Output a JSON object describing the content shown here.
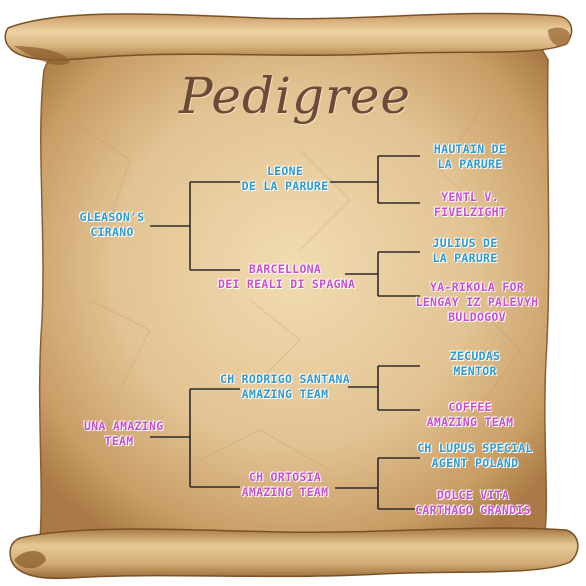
{
  "title": "Pedigree",
  "colors": {
    "male": "#2e9ad0",
    "female": "#c74fcf",
    "lines": "#2f2a2a",
    "parchment": "#e2c393"
  },
  "dog": {
    "line1": "UNA AMAZING",
    "line2": "TEAM"
  },
  "sire_line": {
    "sire": {
      "line1": "GLEASON'S",
      "line2": "CIRANO"
    },
    "grandsire": {
      "line1": "LEONE",
      "line2": "DE LA PARURE"
    },
    "granddam": {
      "line1": "BARCELLONA",
      "line2": "DEI REALI DI SPAGNA"
    },
    "gg1": {
      "line1": "HAUTAIN DE",
      "line2": "LA PARURE"
    },
    "gg2": {
      "line1": "YENTL  V.",
      "line2": "FIVELZIGHT"
    },
    "gg3": {
      "line1": "JULIUS DE",
      "line2": "LA PARURE"
    },
    "gg4": {
      "line1": "YA-RIKOLA FOR",
      "line2": "LENGAY IZ PALEVYH",
      "line3": "BULDOGOV"
    }
  },
  "dam_line": {
    "grandsire": {
      "line1": "CH RODRIGO SANTANA",
      "line2": "AMAZING TEAM"
    },
    "granddam": {
      "line1": "CH ORTOSIA",
      "line2": "AMAZING TEAM"
    },
    "gg1": {
      "line1": "ZECUDAS",
      "line2": "MENTOR"
    },
    "gg2": {
      "line1": "COFFEE",
      "line2": "AMAZING TEAM"
    },
    "gg3": {
      "line1": "CH LUPUS SPECIAL",
      "line2": "AGENT POLAND"
    },
    "gg4": {
      "line1": "DOLCE VITA",
      "line2": "CARTHAGO GRANDIS"
    }
  }
}
